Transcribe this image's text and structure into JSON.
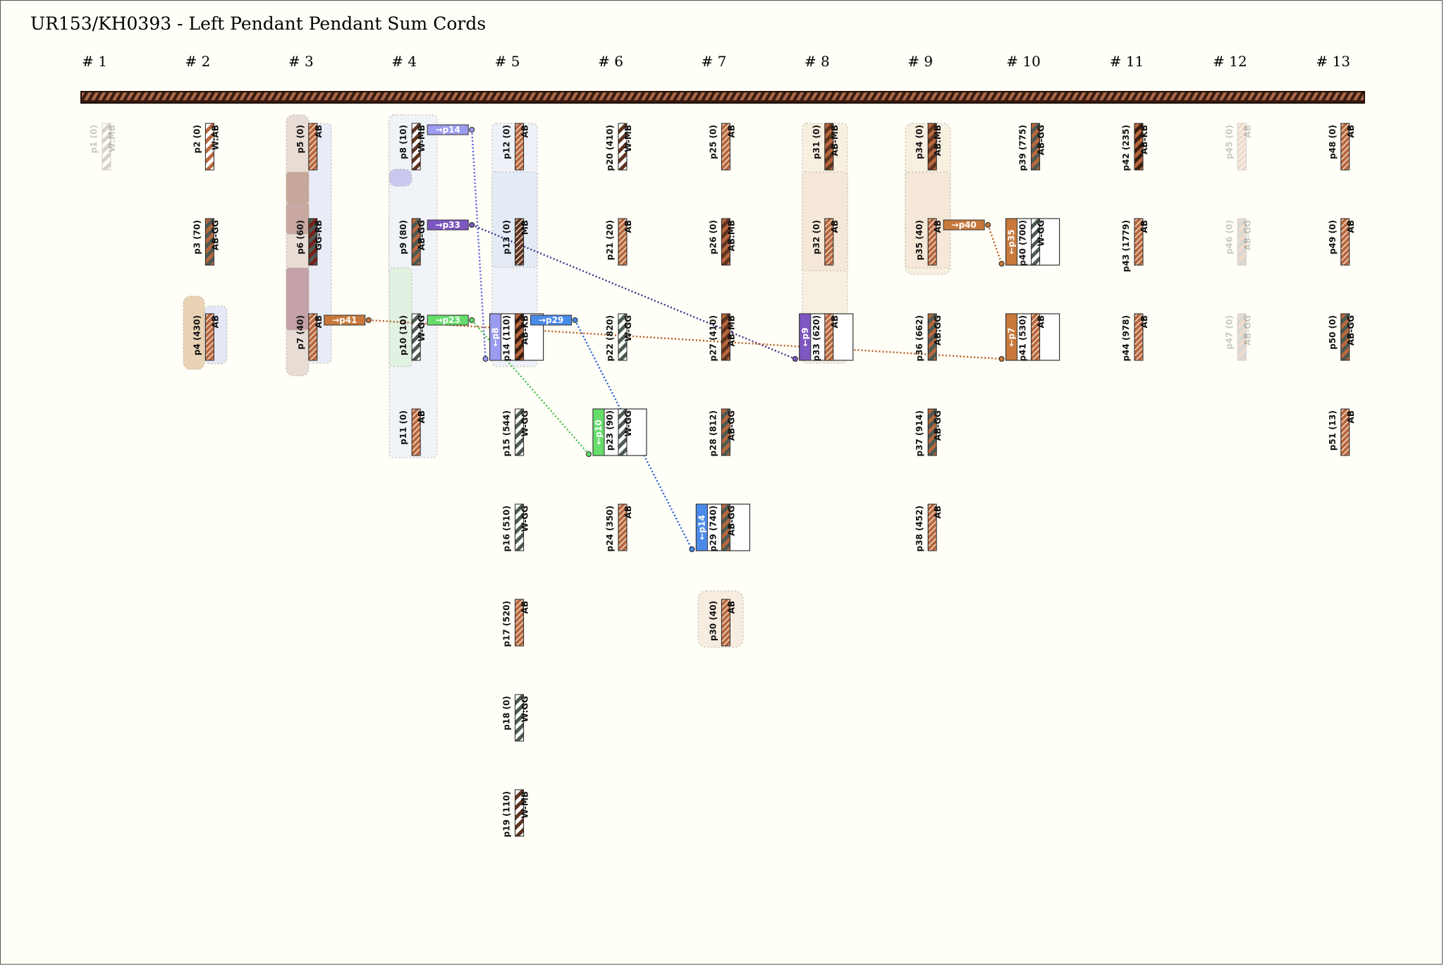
{
  "title": "UR153/KH0393 - Left Pendant Pendant Sum Cords",
  "groups": [
    "# 1",
    "# 2",
    "# 3",
    "# 4",
    "# 5",
    "# 6",
    "# 7",
    "# 8",
    "# 9",
    "# 10",
    "# 11",
    "# 12",
    "# 13"
  ],
  "colors": {
    "AB": "#b8683e",
    "MB": "#5e3320",
    "KB": "#3a1e10",
    "W": "#ffffff",
    "GG": "#4d5a52",
    "RB": "#7a1f1a",
    "primary": "#5e2a15"
  },
  "cords": [
    {
      "id": "p1",
      "label": "p1 (0)",
      "pos": "#1-1",
      "colors": "W:MB",
      "pattern": "W:MB",
      "faded": true
    },
    {
      "id": "p2",
      "label": "p2 (0)",
      "pos": "#2-1",
      "colors": "W:AB",
      "pattern": "W:AB"
    },
    {
      "id": "p3",
      "label": "p3 (70)",
      "pos": "#2-2",
      "colors": "AB-GG",
      "pattern": "AB-GG"
    },
    {
      "id": "p4",
      "label": "p4 (430)",
      "pos": "#2-3",
      "colors": "AB",
      "pattern": "AB"
    },
    {
      "id": "p5",
      "label": "p5 (0)",
      "pos": "#3-1",
      "colors": "AB",
      "pattern": "AB"
    },
    {
      "id": "p6",
      "label": "p6 (60)",
      "pos": "#3-2",
      "colors": "GG-RB",
      "pattern": "GG-RB"
    },
    {
      "id": "p7",
      "label": "p7 (40)",
      "pos": "#3-3",
      "colors": "AB",
      "pattern": "AB"
    },
    {
      "id": "p8",
      "label": "p8 (10)",
      "pos": "#4-1",
      "colors": "W-MB",
      "pattern": "W-MB"
    },
    {
      "id": "p9",
      "label": "p9 (80)",
      "pos": "#4-2",
      "colors": "AB-GG",
      "pattern": "AB-GG"
    },
    {
      "id": "p10",
      "label": "p10 (10)",
      "pos": "#4-3",
      "colors": "W-GG",
      "pattern": "W-GG"
    },
    {
      "id": "p11",
      "label": "p11 (0)",
      "pos": "#4-4",
      "colors": "AB",
      "pattern": "AB"
    },
    {
      "id": "p12",
      "label": "p12 (0)",
      "pos": "#5-1",
      "colors": "AB",
      "pattern": "AB"
    },
    {
      "id": "p13",
      "label": "p13 (0)",
      "pos": "#5-2",
      "colors": "MB",
      "pattern": "MB"
    },
    {
      "id": "p14",
      "label": "p14 (110)",
      "pos": "#5-3",
      "colors": "AB-KB",
      "pattern": "AB-KB",
      "boxed": true,
      "tag": "←p8",
      "tagColor": "#9b9bf0"
    },
    {
      "id": "p15",
      "label": "p15 (544)",
      "pos": "#5-4",
      "colors": "W-GG",
      "pattern": "W-GG"
    },
    {
      "id": "p16",
      "label": "p16 (510)",
      "pos": "#5-5",
      "colors": "W-GG",
      "pattern": "W-GG"
    },
    {
      "id": "p17",
      "label": "p17 (520)",
      "pos": "#5-6",
      "colors": "AB",
      "pattern": "AB"
    },
    {
      "id": "p18",
      "label": "p18 (0)",
      "pos": "#5-7",
      "colors": "W:GG",
      "pattern": "W:GG"
    },
    {
      "id": "p19",
      "label": "p19 (110)",
      "pos": "#5-8",
      "colors": "W-MB",
      "pattern": "W-MB"
    },
    {
      "id": "p20",
      "label": "p20 (410)",
      "pos": "#6-1",
      "colors": "W-MB",
      "pattern": "W-MB"
    },
    {
      "id": "p21",
      "label": "p21 (20)",
      "pos": "#6-2",
      "colors": "AB",
      "pattern": "AB"
    },
    {
      "id": "p22",
      "label": "p22 (820)",
      "pos": "#6-3",
      "colors": "W-GG",
      "pattern": "W-GG"
    },
    {
      "id": "p23",
      "label": "p23 (90)",
      "pos": "#6-4",
      "colors": "W-GG",
      "pattern": "W-GG",
      "boxed": true,
      "tag": "←p10",
      "tagColor": "#66dd6a"
    },
    {
      "id": "p24",
      "label": "p24 (350)",
      "pos": "#6-5",
      "colors": "AB",
      "pattern": "AB"
    },
    {
      "id": "p25",
      "label": "p25 (0)",
      "pos": "#7-1",
      "colors": "AB",
      "pattern": "AB"
    },
    {
      "id": "p26",
      "label": "p26 (0)",
      "pos": "#7-2",
      "colors": "AB:MB",
      "pattern": "AB:MB"
    },
    {
      "id": "p27",
      "label": "p27 (410)",
      "pos": "#7-3",
      "colors": "AB-MB",
      "pattern": "AB-MB"
    },
    {
      "id": "p28",
      "label": "p28 (812)",
      "pos": "#7-4",
      "colors": "AB-GG",
      "pattern": "AB-GG"
    },
    {
      "id": "p29",
      "label": "p29 (740)",
      "pos": "#7-5",
      "colors": "AB-GG",
      "pattern": "AB-GG",
      "boxed": true,
      "tag": "←p14",
      "tagColor": "#4a8ae8"
    },
    {
      "id": "p30",
      "label": "p30 (40)",
      "pos": "#7-6",
      "colors": "AB",
      "pattern": "AB"
    },
    {
      "id": "p31",
      "label": "p31 (0)",
      "pos": "#8-1",
      "colors": "AB-MB",
      "pattern": "AB-MB"
    },
    {
      "id": "p32",
      "label": "p32 (0)",
      "pos": "#8-2",
      "colors": "AB",
      "pattern": "AB"
    },
    {
      "id": "p33",
      "label": "p33 (620)",
      "pos": "#8-3",
      "colors": "AB",
      "pattern": "AB",
      "boxed": true,
      "tag": "←p9",
      "tagColor": "#7e57c2"
    },
    {
      "id": "p34",
      "label": "p34 (0)",
      "pos": "#9-1",
      "colors": "AB:MB",
      "pattern": "AB:MB"
    },
    {
      "id": "p35",
      "label": "p35 (40)",
      "pos": "#9-2",
      "colors": "AB",
      "pattern": "AB"
    },
    {
      "id": "p36",
      "label": "p36 (662)",
      "pos": "#9-3",
      "colors": "AB:GG",
      "pattern": "AB:GG"
    },
    {
      "id": "p37",
      "label": "p37 (914)",
      "pos": "#9-4",
      "colors": "AB-GG",
      "pattern": "AB-GG"
    },
    {
      "id": "p38",
      "label": "p38 (452)",
      "pos": "#9-5",
      "colors": "AB",
      "pattern": "AB"
    },
    {
      "id": "p39",
      "label": "p39 (775)",
      "pos": "#10-1",
      "colors": "AB-GG",
      "pattern": "AB-GG"
    },
    {
      "id": "p40",
      "label": "p40 (700)",
      "pos": "#10-2",
      "colors": "W-GG",
      "pattern": "W-GG",
      "boxed": true,
      "tag": "←p35",
      "tagColor": "#c8783a"
    },
    {
      "id": "p41",
      "label": "p41 (530)",
      "pos": "#10-3",
      "colors": "AB",
      "pattern": "AB",
      "boxed": true,
      "tag": "←p7",
      "tagColor": "#c8783a"
    },
    {
      "id": "p42",
      "label": "p42 (235)",
      "pos": "#11-1",
      "colors": "AB-KB",
      "pattern": "AB-KB"
    },
    {
      "id": "p43",
      "label": "p43 (1779)",
      "pos": "#11-2",
      "colors": "AB",
      "pattern": "AB"
    },
    {
      "id": "p44",
      "label": "p44 (978)",
      "pos": "#11-3",
      "colors": "AB",
      "pattern": "AB"
    },
    {
      "id": "p45",
      "label": "p45 (0)",
      "pos": "#12-1",
      "colors": "AB",
      "pattern": "AB",
      "faded": true
    },
    {
      "id": "p46",
      "label": "p46 (0)",
      "pos": "#12-2",
      "colors": "AB-GG",
      "pattern": "AB-GG",
      "faded": true
    },
    {
      "id": "p47",
      "label": "p47 (0)",
      "pos": "#12-3",
      "colors": "AB-GG",
      "pattern": "AB-GG",
      "faded": true
    },
    {
      "id": "p48",
      "label": "p48 (0)",
      "pos": "#13-1",
      "colors": "AB",
      "pattern": "AB"
    },
    {
      "id": "p49",
      "label": "p49 (0)",
      "pos": "#13-2",
      "colors": "AB",
      "pattern": "AB"
    },
    {
      "id": "p50",
      "label": "p50 (0)",
      "pos": "#13-3",
      "colors": "AB-GG",
      "pattern": "AB-GG"
    },
    {
      "id": "p51",
      "label": "p51 (13)",
      "pos": "#13-4",
      "colors": "AB",
      "pattern": "AB"
    }
  ],
  "links": [
    {
      "source": "p8",
      "tag": "→p14",
      "target": "p14",
      "color": "#9b9bf0",
      "line": "#5a5ae8"
    },
    {
      "source": "p9",
      "tag": "→p33",
      "target": "p33",
      "color": "#7e57c2",
      "line": "#3e2b8a"
    },
    {
      "source": "p10",
      "tag": "→p23",
      "target": "p23",
      "color": "#66dd6a",
      "line": "#3cc040"
    },
    {
      "source": "p14",
      "tag": "→p29",
      "target": "p29",
      "color": "#4a8ae8",
      "line": "#1f5fd8"
    },
    {
      "source": "p7",
      "tag": "→p41",
      "target": "p41",
      "color": "#c8783a",
      "line": "#b85a1a"
    },
    {
      "source": "p35",
      "tag": "→p40",
      "target": "p40",
      "color": "#c8783a",
      "line": "#b85a1a"
    }
  ]
}
